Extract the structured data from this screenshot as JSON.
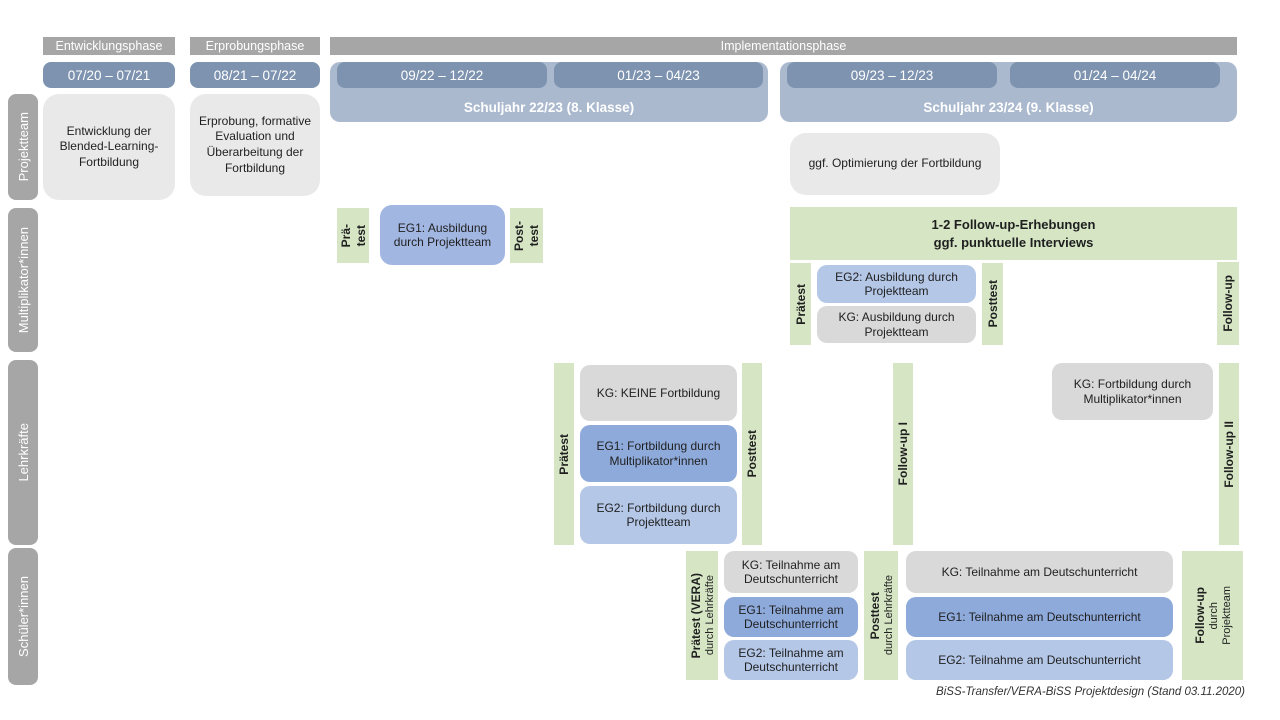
{
  "caption": "BiSS-Transfer/VERA-BiSS Projektdesign (Stand 03.11.2020)",
  "colors": {
    "gray_header": "#a6a6a6",
    "slate_pill": "#7d93af",
    "band_blue": "#aab9ce",
    "box_gray_light": "#e9e9e9",
    "kg_gray": "#d9d9d9",
    "eg1_blue": "#8eaadb",
    "eg1_light_blue": "#a2b6e2",
    "eg2_blue": "#b4c7e7",
    "green": "#d6e6c5",
    "text_dark": "#1f1f1f"
  },
  "phases": {
    "entwicklung": "Entwicklungsphase",
    "erprobung": "Erprobungsphase",
    "implementation": "Implementationsphase"
  },
  "periods": {
    "p1": "07/20 – 07/21",
    "p2": "08/21 – 07/22",
    "p3": "09/22 – 12/22",
    "p4": "01/23 – 04/23",
    "p5": "09/23 – 12/23",
    "p6": "01/24 – 04/24"
  },
  "school_years": {
    "sy1": "Schuljahr 22/23 (8. Klasse)",
    "sy2": "Schuljahr 23/24 (9. Klasse)"
  },
  "row_labels": {
    "r1": "Projektteam",
    "r2": "Multiplikator*innen",
    "r3": "Lehrkräfte",
    "r4": "Schüler*innen"
  },
  "projektteam": {
    "entwicklung_box": "Entwicklung der Blended-Learning-Fortbildung",
    "erprobung_box": "Erprobung, formative Evaluation und Überarbeitung der Fortbildung",
    "optimierung_box": "ggf. Optimierung der Fortbildung"
  },
  "multiplikatoren": {
    "praetest_line1": "Prä-",
    "praetest_line2": "test",
    "eg1": "EG1: Ausbildung durch Projektteam",
    "posttest_line1": "Post-",
    "posttest_line2": "test",
    "followup_box_line1": "1-2 Follow-up-Erhebungen",
    "followup_box_line2": "ggf. punktuelle Interviews",
    "praetest2": "Prätest",
    "eg2": "EG2: Ausbildung durch Projektteam",
    "kg": "KG: Ausbildung durch Projektteam",
    "posttest2": "Posttest",
    "followup": "Follow-up"
  },
  "lehrkraefte": {
    "praetest": "Prätest",
    "kg": "KG: KEINE Fortbildung",
    "eg1": "EG1: Fortbildung durch Multiplikator*innen",
    "eg2": "EG2: Fortbildung durch Projektteam",
    "posttest": "Posttest",
    "followup1": "Follow-up I",
    "kg2": "KG: Fortbildung durch Multiplikator*innen",
    "followup2": "Follow-up II"
  },
  "schueler": {
    "praetest_main": "Prätest (VERA)",
    "praetest_sub": "durch Lehrkräfte",
    "kg1": "KG: Teilnahme am Deutschunterricht",
    "eg1_1": "EG1: Teilnahme am Deutschunterricht",
    "eg2_1": "EG2: Teilnahme am Deutschunterricht",
    "posttest_main": "Posttest",
    "posttest_sub": "durch Lehrkräfte",
    "kg2": "KG: Teilnahme am Deutschunterricht",
    "eg1_2": "EG1: Teilnahme am Deutschunterricht",
    "eg2_2": "EG2: Teilnahme am Deutschunterricht",
    "followup_main": "Follow-up",
    "followup_sub1": "durch",
    "followup_sub2": "Projektteam"
  }
}
